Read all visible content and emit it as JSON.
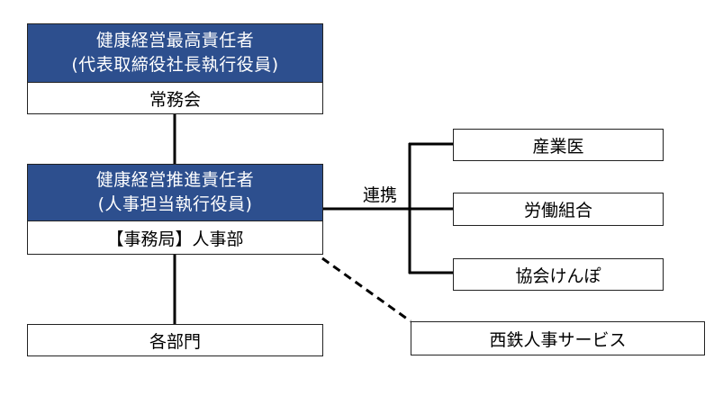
{
  "top_box": {
    "line1": "健康経営最高責任者",
    "line2": "(代表取締役社長執行役員)",
    "sub": "常務会"
  },
  "mid_box": {
    "line1": "健康経営推進責任者",
    "line2": "(人事担当執行役員)",
    "sub": "【事務局】人事部"
  },
  "departments": "各部門",
  "partners": [
    "産業医",
    "労働組合",
    "協会けんぽ"
  ],
  "cooperation_label": "連携",
  "external": "西鉄人事サービス",
  "colors": {
    "header_fill": "#2d4f8e",
    "line": "#000000"
  }
}
